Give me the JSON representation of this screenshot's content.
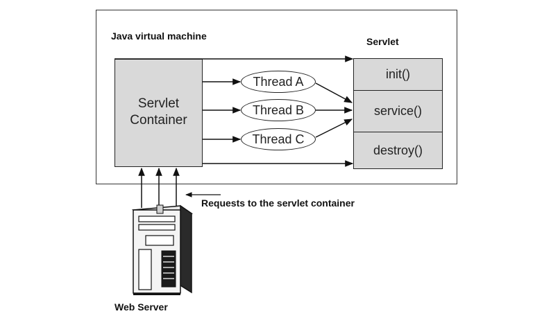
{
  "diagram": {
    "jvm_label": "Java virtual machine",
    "servlet_label": "Servlet",
    "container_line1": "Servlet",
    "container_line2": "Container",
    "methods": {
      "init": "init()",
      "service": "service()",
      "destroy": "destroy()"
    },
    "threads": {
      "a": "Thread A",
      "b": "Thread B",
      "c": "Thread C"
    },
    "requests_label": "Requests to the servlet container",
    "web_server_label": "Web Server"
  }
}
